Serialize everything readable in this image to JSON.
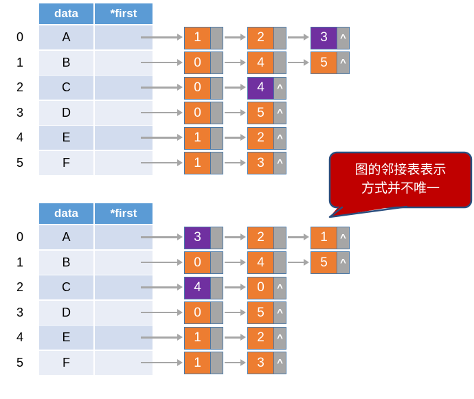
{
  "colors": {
    "header-bg": "#5B9BD5",
    "row-dark": "#D2DCEE",
    "row-light": "#E9EDF6",
    "node-orange": "#ED7D31",
    "node-purple": "#7030A0",
    "node-gray": "#A6A6A6",
    "node-border": "#4878A8",
    "arrow": "#A6A6A6",
    "callout-bg": "#C00000",
    "callout-border": "#2A4E7E"
  },
  "table_header": {
    "col1": "data",
    "col2": "*first"
  },
  "pointer_null": "^",
  "callout": {
    "line1": "图的邻接表表示",
    "line2": "方式并不唯一"
  },
  "sections": [
    {
      "name": "top",
      "rows": [
        {
          "index": "0",
          "label": "A",
          "nodes": [
            {
              "value": "1",
              "color": "orange",
              "tail": false
            },
            {
              "value": "2",
              "color": "orange",
              "tail": false
            },
            {
              "value": "3",
              "color": "purple",
              "tail": true
            }
          ]
        },
        {
          "index": "1",
          "label": "B",
          "nodes": [
            {
              "value": "0",
              "color": "orange",
              "tail": false
            },
            {
              "value": "4",
              "color": "orange",
              "tail": false
            },
            {
              "value": "5",
              "color": "orange",
              "tail": true
            }
          ]
        },
        {
          "index": "2",
          "label": "C",
          "nodes": [
            {
              "value": "0",
              "color": "orange",
              "tail": false
            },
            {
              "value": "4",
              "color": "purple",
              "tail": true
            }
          ]
        },
        {
          "index": "3",
          "label": "D",
          "nodes": [
            {
              "value": "0",
              "color": "orange",
              "tail": false
            },
            {
              "value": "5",
              "color": "orange",
              "tail": true
            }
          ]
        },
        {
          "index": "4",
          "label": "E",
          "nodes": [
            {
              "value": "1",
              "color": "orange",
              "tail": false
            },
            {
              "value": "2",
              "color": "orange",
              "tail": true
            }
          ]
        },
        {
          "index": "5",
          "label": "F",
          "nodes": [
            {
              "value": "1",
              "color": "orange",
              "tail": false
            },
            {
              "value": "3",
              "color": "orange",
              "tail": true
            }
          ]
        }
      ]
    },
    {
      "name": "bottom",
      "rows": [
        {
          "index": "0",
          "label": "A",
          "nodes": [
            {
              "value": "3",
              "color": "purple",
              "tail": false
            },
            {
              "value": "2",
              "color": "orange",
              "tail": false
            },
            {
              "value": "1",
              "color": "orange",
              "tail": true
            }
          ]
        },
        {
          "index": "1",
          "label": "B",
          "nodes": [
            {
              "value": "0",
              "color": "orange",
              "tail": false
            },
            {
              "value": "4",
              "color": "orange",
              "tail": false
            },
            {
              "value": "5",
              "color": "orange",
              "tail": true
            }
          ]
        },
        {
          "index": "2",
          "label": "C",
          "nodes": [
            {
              "value": "4",
              "color": "purple",
              "tail": false
            },
            {
              "value": "0",
              "color": "orange",
              "tail": true
            }
          ]
        },
        {
          "index": "3",
          "label": "D",
          "nodes": [
            {
              "value": "0",
              "color": "orange",
              "tail": false
            },
            {
              "value": "5",
              "color": "orange",
              "tail": true
            }
          ]
        },
        {
          "index": "4",
          "label": "E",
          "nodes": [
            {
              "value": "1",
              "color": "orange",
              "tail": false
            },
            {
              "value": "2",
              "color": "orange",
              "tail": true
            }
          ]
        },
        {
          "index": "5",
          "label": "F",
          "nodes": [
            {
              "value": "1",
              "color": "orange",
              "tail": false
            },
            {
              "value": "3",
              "color": "orange",
              "tail": true
            }
          ]
        }
      ]
    }
  ]
}
